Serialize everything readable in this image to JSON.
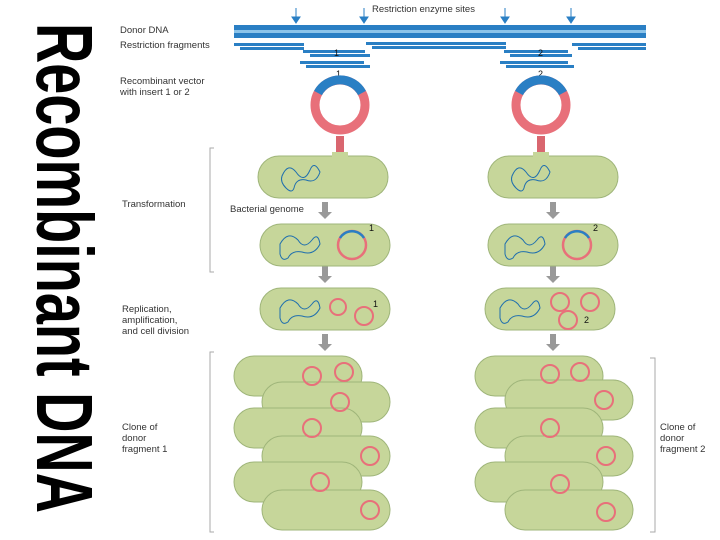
{
  "title": "Recombinant DNA",
  "labels": {
    "restriction_sites": "Restriction enzyme sites",
    "donor_dna": "Donor DNA",
    "restriction_fragments": "Restriction fragments",
    "recombinant_vector": "Recombinant vector\nwith insert 1 or 2",
    "transformation": "Transformation",
    "bacterial_genome": "Bacterial genome",
    "replication": "Replication,\namplification,\nand cell division",
    "clone1": "Clone of\ndonor\nfragment 1",
    "clone2": "Clone of\ndonor\nfragment 2"
  },
  "fragment_numbers": [
    "1",
    "2"
  ],
  "colors": {
    "dna_blue": "#2a7fc4",
    "dna_light": "#8cc4ea",
    "plasmid_red": "#e8707a",
    "cell_fill": "#c6d69a",
    "cell_stroke": "#9fb57a",
    "genome": "#1f6fae",
    "arrow": "#999999",
    "bracket": "#aaaaaa"
  }
}
